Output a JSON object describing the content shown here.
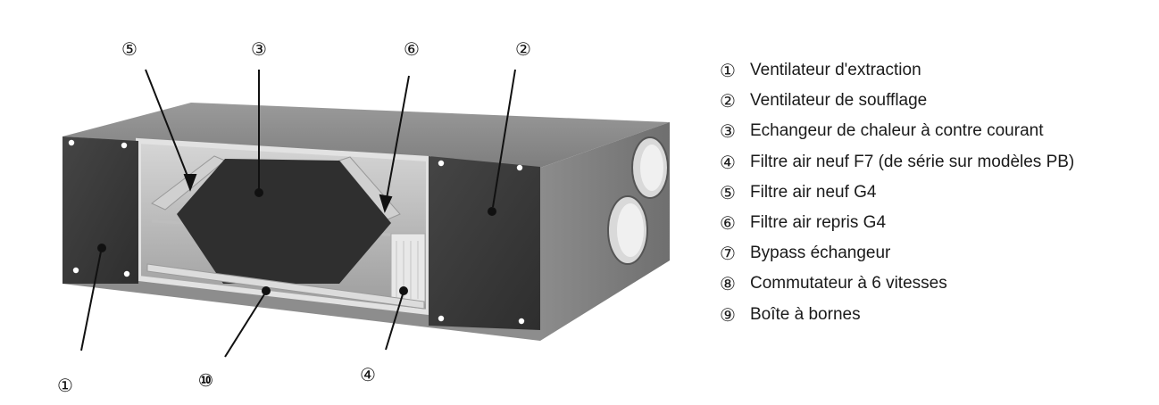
{
  "callouts": [
    {
      "id": "c5",
      "label": "⑤"
    },
    {
      "id": "c3",
      "label": "③"
    },
    {
      "id": "c6",
      "label": "⑥"
    },
    {
      "id": "c2",
      "label": "②"
    },
    {
      "id": "c1",
      "label": "①"
    },
    {
      "id": "c10",
      "label": "⑩"
    },
    {
      "id": "c4",
      "label": "④"
    }
  ],
  "legend": [
    {
      "num": "①",
      "text": "Ventilateur d'extraction"
    },
    {
      "num": "②",
      "text": "Ventilateur de soufflage"
    },
    {
      "num": "③",
      "text": "Echangeur de chaleur à contre courant"
    },
    {
      "num": "④",
      "text": "Filtre air neuf F7 (de série sur modèles PB)"
    },
    {
      "num": "⑤",
      "text": "Filtre air neuf G4"
    },
    {
      "num": "⑥",
      "text": "Filtre air repris G4"
    },
    {
      "num": "⑦",
      "text": "Bypass échangeur"
    },
    {
      "num": "⑧",
      "text": "Commutateur à 6 vitesses"
    },
    {
      "num": "⑨",
      "text": "Boîte à bornes"
    }
  ],
  "colors": {
    "panel": "#3a3a3a",
    "casing_top": "#8a8a8a",
    "casing_side": "#7a7a7a",
    "frame": "#c8c8c8",
    "line": "#111111"
  }
}
